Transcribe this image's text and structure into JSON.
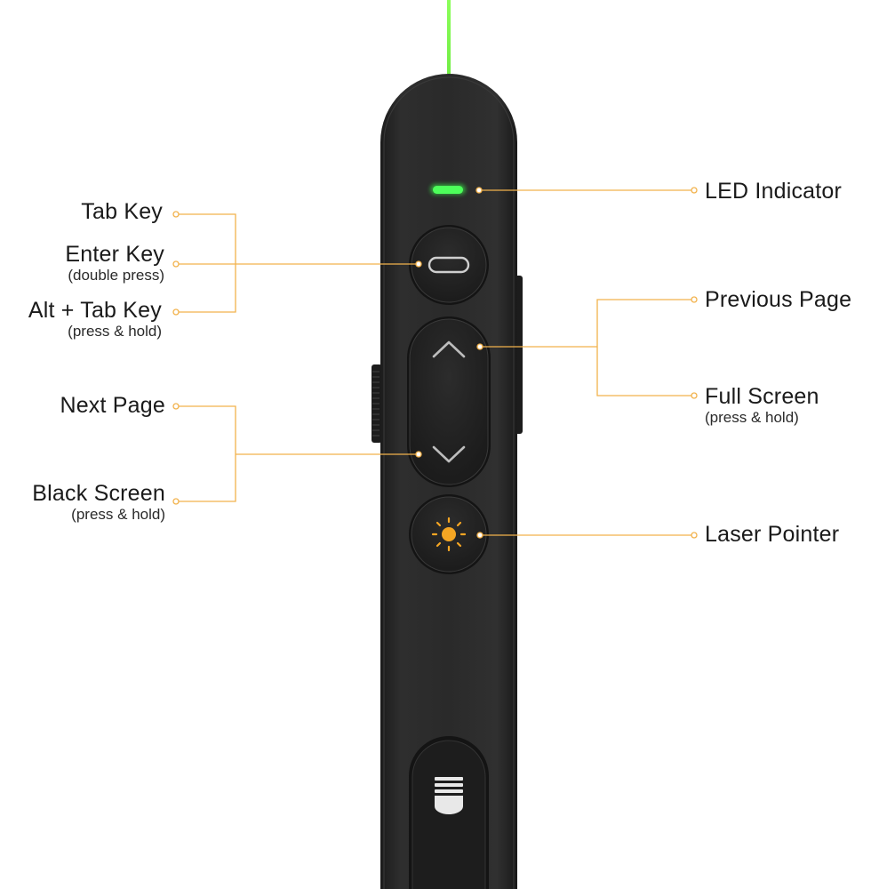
{
  "title": "Presenter Remote Button Functions",
  "colors": {
    "laser": "#7CFF4F",
    "body": "#2b2b2b",
    "callout_line": "#F2B24C",
    "led": "#39FF4A",
    "laser_icon": "#F5A623",
    "text": "#1a1a1a"
  },
  "labels": {
    "tab_key": {
      "main": "Tab Key"
    },
    "enter_key": {
      "main": "Enter Key",
      "sub": "(double press)"
    },
    "alt_tab_key": {
      "main": "Alt + Tab Key",
      "sub": "(press & hold)"
    },
    "next_page": {
      "main": "Next Page"
    },
    "black_screen": {
      "main": "Black Screen",
      "sub": "(press & hold)"
    },
    "led_indicator": {
      "main": "LED Indicator"
    },
    "previous_page": {
      "main": "Previous Page"
    },
    "full_screen": {
      "main": "Full Screen",
      "sub": "(press & hold)"
    },
    "laser_pointer": {
      "main": "Laser Pointer"
    }
  },
  "icons": {
    "enter_button": "pill-icon",
    "up_button": "chevron-up-icon",
    "down_button": "chevron-down-icon",
    "laser_button": "sun-icon",
    "slide_switch": "battery-cover-icon"
  }
}
